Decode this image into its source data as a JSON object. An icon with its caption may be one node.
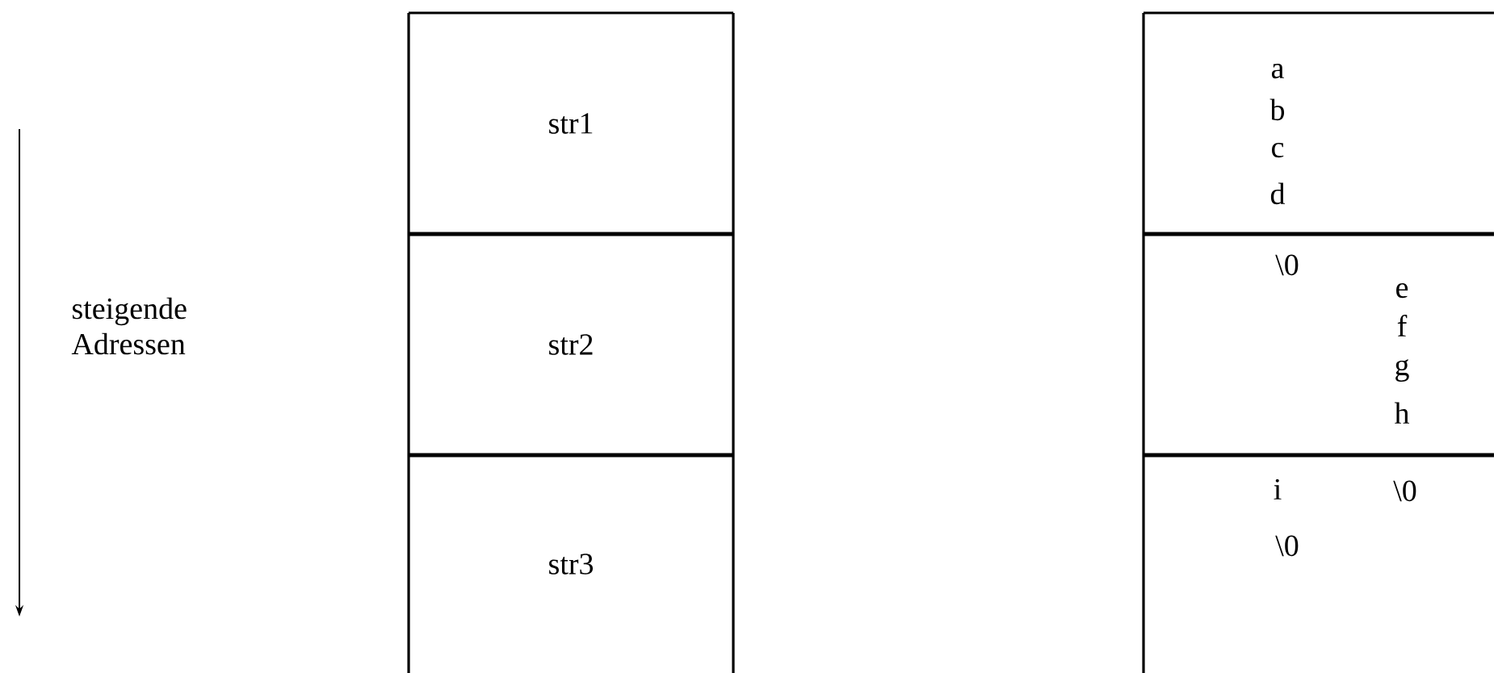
{
  "diagram": {
    "nodes": [
      {
        "text": [
          "str1"
        ]
      },
      {
        "text": [
          "str2"
        ]
      },
      {
        "text": [
          "str3"
        ]
      },
      {
        "text": [
          "a",
          "b",
          "c",
          "d"
        ]
      },
      {
        "text": [
          "\\0",
          "e",
          "f",
          "g",
          "h"
        ]
      },
      {
        "text": [
          "i",
          "\\0",
          "\\0"
        ]
      }
    ],
    "labels": [
      "steigende Adressen"
    ]
  }
}
